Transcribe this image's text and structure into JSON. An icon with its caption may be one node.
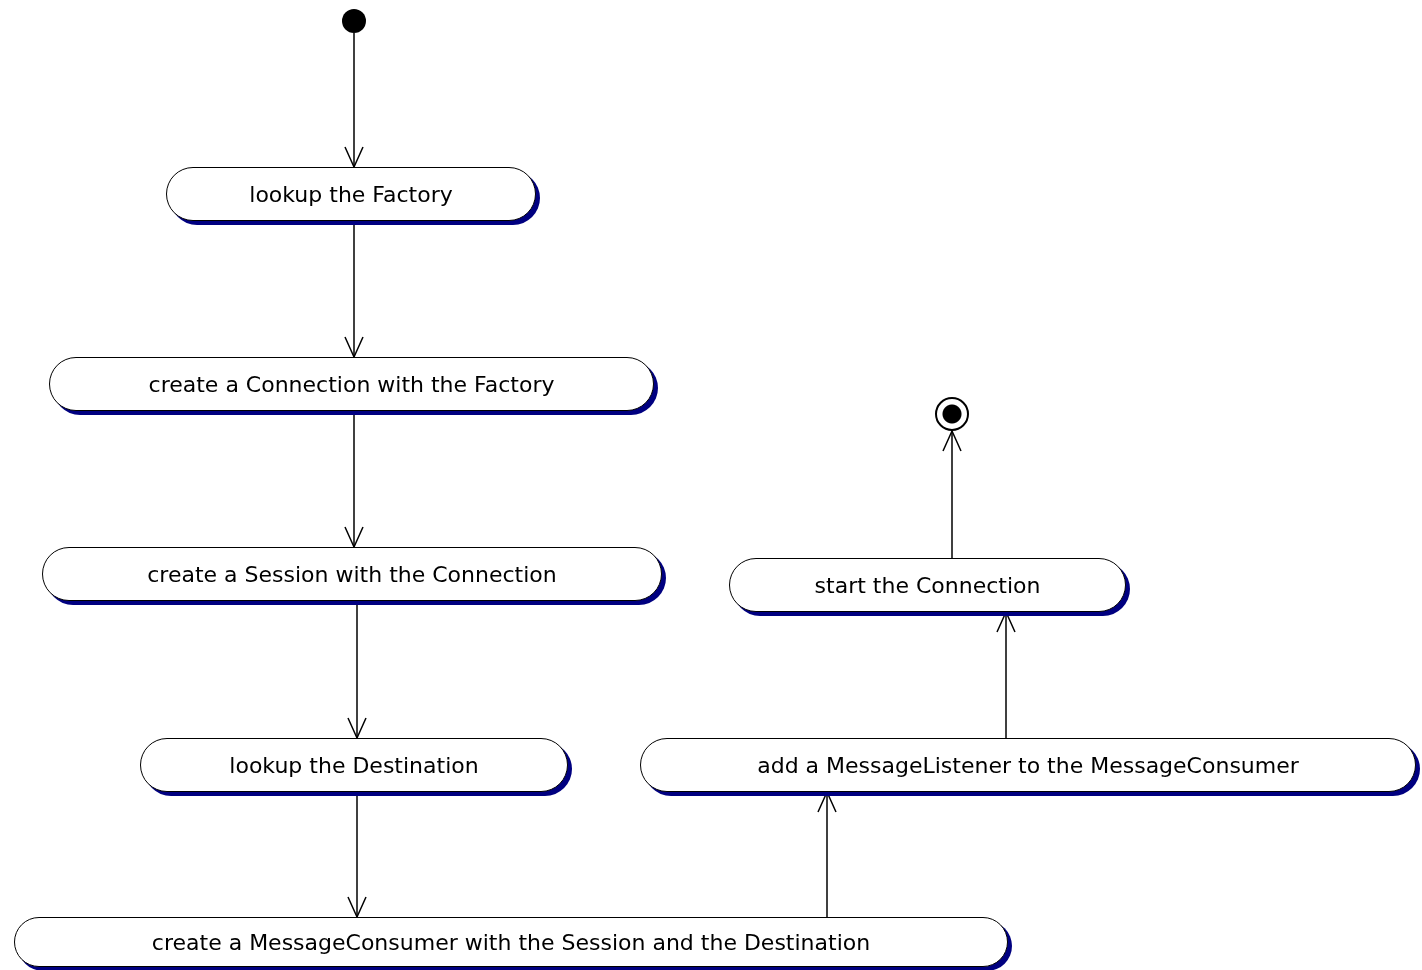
{
  "diagram": {
    "nodes": [
      {
        "text": [],
        "shape": "circle"
      },
      {
        "text": [
          "lookup the Factory"
        ]
      },
      {
        "text": [
          "create a Connection with the Factory"
        ]
      },
      {
        "text": [
          "create a Session with the Connection"
        ]
      },
      {
        "text": [
          "lookup the Destination"
        ]
      },
      {
        "text": [
          "create a MessageConsumer with the Session and the Destination"
        ]
      },
      {
        "text": [
          "add a MessageListener to the MessageConsumer"
        ]
      },
      {
        "text": [
          "start the Connection"
        ]
      },
      {
        "text": [],
        "shape": "circle"
      }
    ],
    "edges": [
      {
        "from": 0,
        "to": 1,
        "arrow": "to"
      },
      {
        "from": 1,
        "to": 2,
        "arrow": "to"
      },
      {
        "from": 2,
        "to": 3,
        "arrow": "to"
      },
      {
        "from": 3,
        "to": 4,
        "arrow": "to"
      },
      {
        "from": 4,
        "to": 5,
        "arrow": "to"
      },
      {
        "from": 5,
        "to": 6,
        "arrow": "to"
      },
      {
        "from": 6,
        "to": 7,
        "arrow": "to"
      },
      {
        "from": 7,
        "to": 8,
        "arrow": "to"
      }
    ]
  }
}
